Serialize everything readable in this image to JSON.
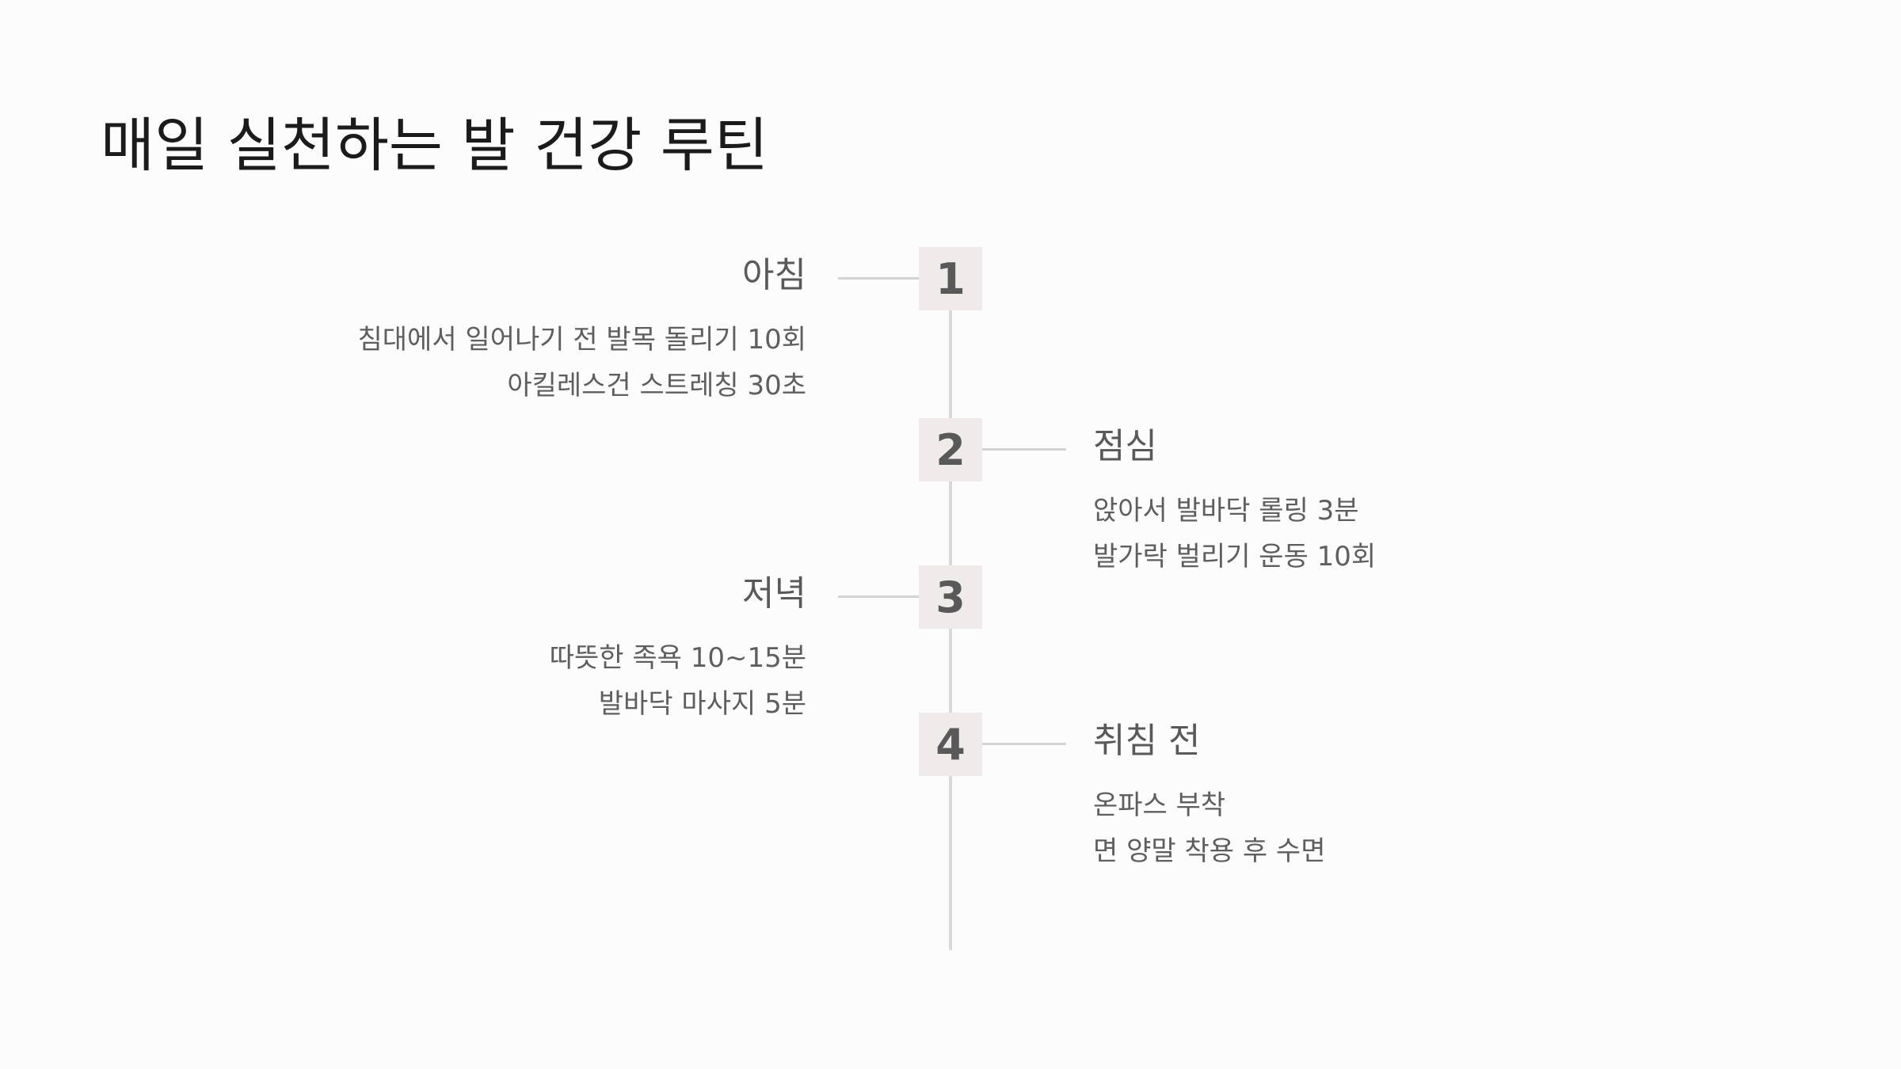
{
  "title": "매일 실천하는 발 건강 루틴",
  "steps": [
    {
      "number": "1",
      "title": "아침",
      "lines": [
        "침대에서 일어나기 전 발목 돌리기 10회",
        "아킬레스건 스트레칭 30초"
      ]
    },
    {
      "number": "2",
      "title": "점심",
      "lines": [
        "앉아서 발바닥 롤링 3분",
        "발가락 벌리기 운동 10회"
      ]
    },
    {
      "number": "3",
      "title": "저녁",
      "lines": [
        "따뜻한 족욕 10~15분",
        "발바닥 마사지 5분"
      ]
    },
    {
      "number": "4",
      "title": "취침 전",
      "lines": [
        "온파스 부착",
        "면 양말 착용 후 수면"
      ]
    }
  ]
}
